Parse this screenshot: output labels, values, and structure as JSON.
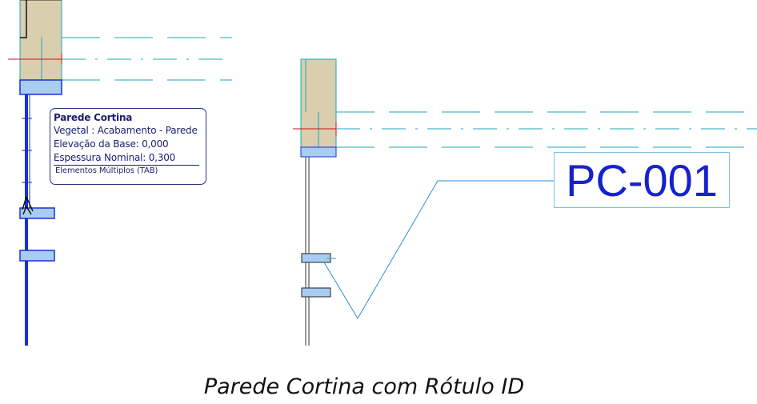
{
  "tooltip": {
    "title": "Parede Cortina",
    "line1": "Vegetal : Acabamento - Parede",
    "line2": "Elevação da Base: 0,000",
    "line3": "Espessura Nominal: 0,300",
    "footer": "Elementos Múltiplos (TAB)"
  },
  "id_label": {
    "text": "PC-001"
  },
  "caption": "Parede Cortina com Rótulo ID",
  "colors": {
    "wall_fill": "#d9ceae",
    "mullion": "#a9cdf2",
    "selected_wall": "#1a2fd8",
    "dashed_line": "#1ea7b8",
    "red_axis": "#cc1111"
  }
}
